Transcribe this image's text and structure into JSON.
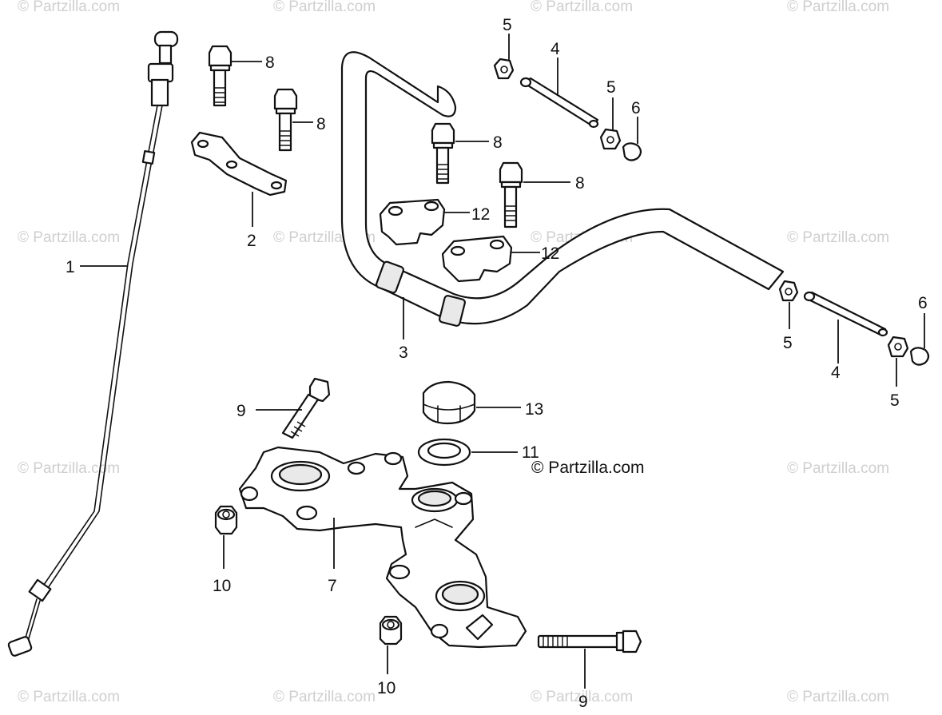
{
  "watermark": "© Partzilla.com",
  "copyright": "© Partzilla.com",
  "callouts": {
    "c1": "1",
    "c2": "2",
    "c3": "3",
    "c4a": "4",
    "c4b": "4",
    "c5a": "5",
    "c5b": "5",
    "c5c": "5",
    "c5d": "5",
    "c6a": "6",
    "c6b": "6",
    "c7": "7",
    "c8a": "8",
    "c8b": "8",
    "c8c": "8",
    "c8d": "8",
    "c9a": "9",
    "c9b": "9",
    "c10a": "10",
    "c10b": "10",
    "c11": "11",
    "c12a": "12",
    "c12b": "12",
    "c13": "13"
  },
  "colors": {
    "line": "#111111",
    "watermark": "#cfcfcf",
    "background": "#ffffff"
  }
}
